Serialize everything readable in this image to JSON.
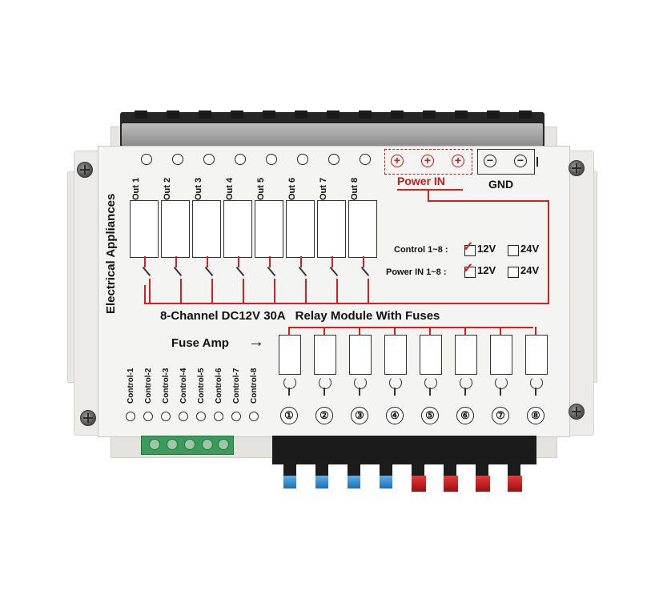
{
  "side_title": "Electrical Appliances",
  "outputs": [
    "Out 1",
    "Out 2",
    "Out 3",
    "Out 4",
    "Out 5",
    "Out 6",
    "Out 7",
    "Out 8"
  ],
  "power_in_label": "Power IN",
  "power_in_symbol": "+",
  "gnd_label": "GND",
  "gnd_symbol": "−",
  "control_row": {
    "label": "Control 1~8 :",
    "opt1": "12V",
    "opt2": "24V",
    "checked": "12V"
  },
  "powerin_row": {
    "label": "Power IN 1~8 :",
    "opt1": "12V",
    "opt2": "24V",
    "checked": "12V"
  },
  "module_title": "8-Channel DC12V 30A   Relay Module With Fuses",
  "fuse_amp_label": "Fuse Amp",
  "arrow_glyph": "→",
  "controls": [
    "Control-1",
    "Control-2",
    "Control-3",
    "Control-4",
    "Control-5",
    "Control-6",
    "Control-7",
    "Control-8"
  ],
  "fuse_numbers": [
    "①",
    "②",
    "③",
    "④",
    "⑤",
    "⑥",
    "⑦",
    "⑧"
  ],
  "colors": {
    "accent_red": "#d42020",
    "plug_blue": "#2f8fd4",
    "plug_red": "#d42020",
    "terminal_green": "#3b9b5a"
  }
}
